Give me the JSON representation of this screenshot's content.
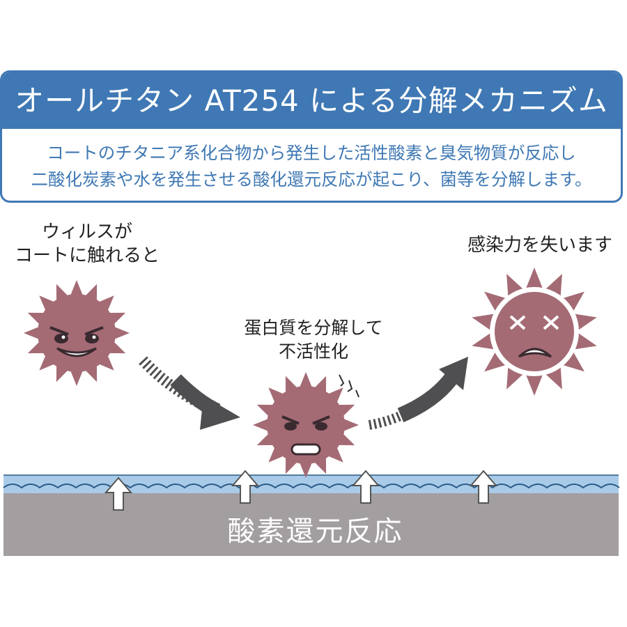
{
  "header": {
    "title": "オールチタン AT254 による分解メカニズム",
    "description": [
      "コートのチタニア系化合物から発生した活性酸素と臭気物質が反応し",
      "二酸化炭素や水を発生させる酸化還元反応が起こり、菌等を分解します。"
    ]
  },
  "steps": {
    "left_label": [
      "ウィルスが",
      "コートに触れると"
    ],
    "middle_label": [
      "蛋白質を分解して",
      "不活性化"
    ],
    "right_label": "感染力を失います"
  },
  "ground": {
    "label": "酸素還元反応"
  },
  "colors": {
    "header_blue": "#3f78b4",
    "virus": "#a46b75",
    "virus_dark": "#5a3a42",
    "coating": "#a9cbe8",
    "ground": "#a39ea0",
    "arrow": "#4f4f51"
  }
}
